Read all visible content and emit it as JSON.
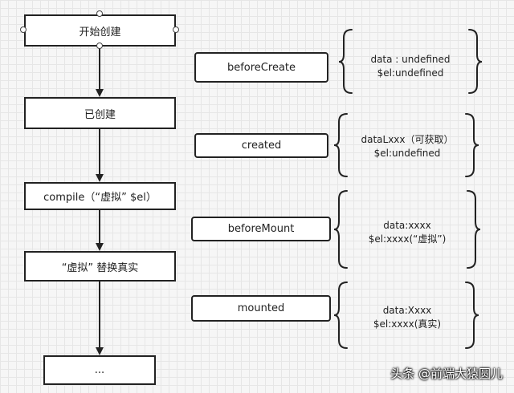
{
  "flow": {
    "steps": [
      "开始创建",
      "已创建",
      "compile（“虚拟” $el）",
      "“虚拟” 替换真实",
      "..."
    ]
  },
  "stages": [
    {
      "name": "beforeCreate",
      "lines": [
        "data : undefined",
        "$el:undefined"
      ]
    },
    {
      "name": "created",
      "lines": [
        "dataLxxx（可获取）",
        "$el:undefined"
      ]
    },
    {
      "name": "beforeMount",
      "lines": [
        "data:xxxx",
        "$el:xxxx(“虚拟”)"
      ]
    },
    {
      "name": "mounted",
      "lines": [
        "data:Xxxx",
        "$el:xxxx(真实)"
      ]
    }
  ],
  "watermark": "头条 @前端大猿圆儿"
}
